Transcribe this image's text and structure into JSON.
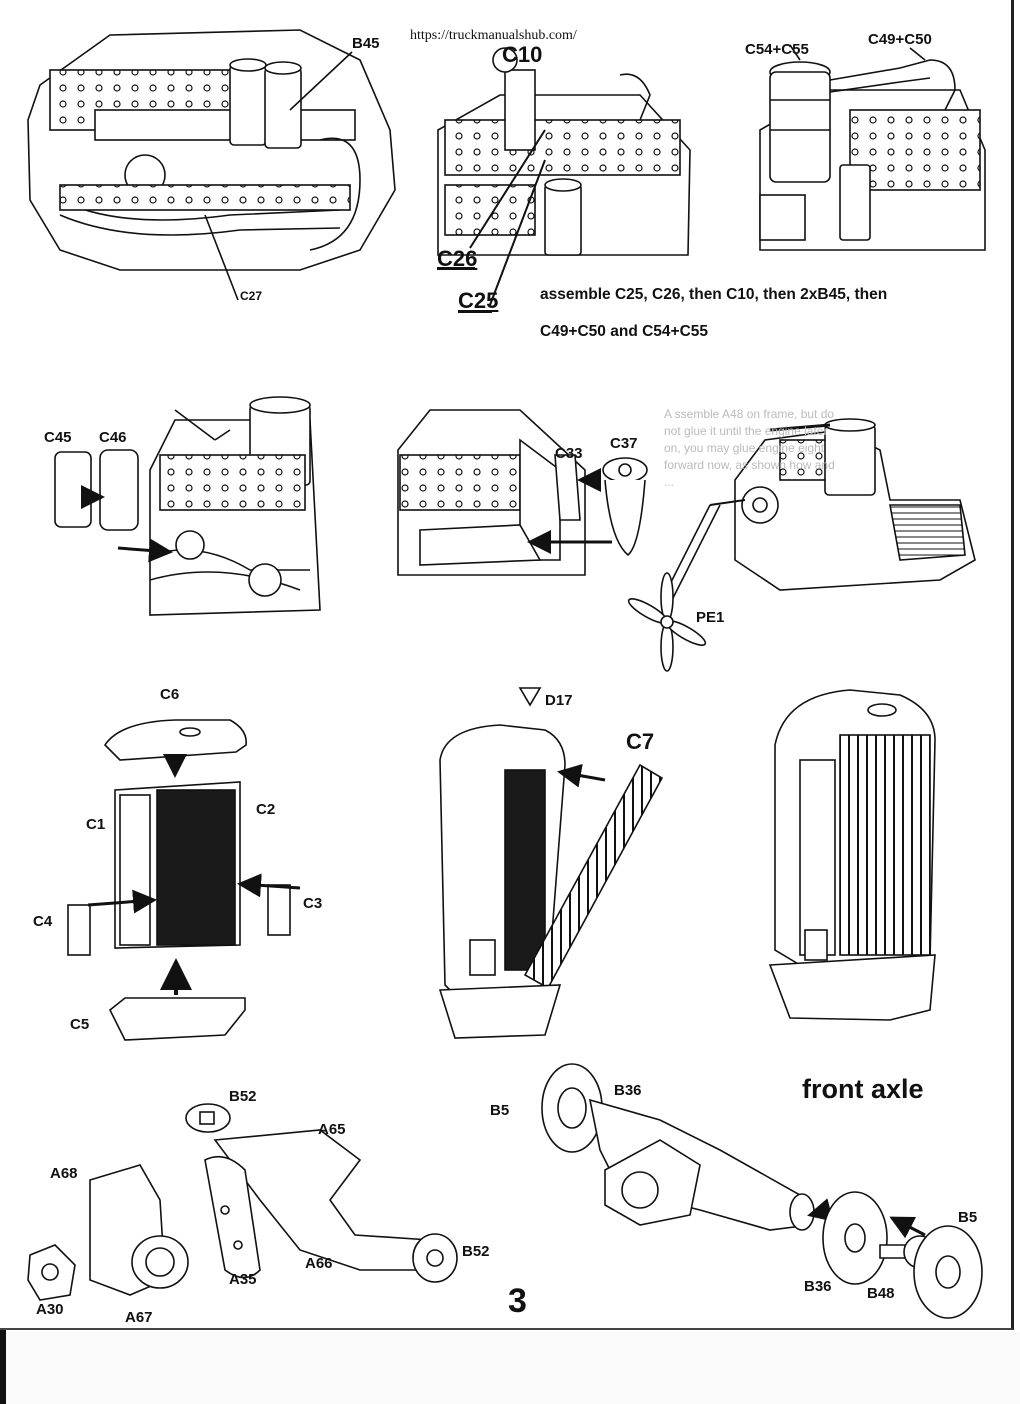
{
  "source_url": "https://truckmanualshub.com/",
  "page_number": "3",
  "instruction": {
    "line1": "assemble C25, C26, then C10, then 2xB45, then",
    "line2": "C49+C50 and C54+C55"
  },
  "section_title": "front axle",
  "bleed_through_text": "A ssemble A48 on frame, but do\nnot glue it until the engine later\non, you may glue engine eight\nforward now, as shown how and\n...",
  "part_labels": {
    "b45": "B45",
    "c10": "C10",
    "c26": "C26",
    "c25": "C25",
    "c27": "C27",
    "c54_c55": "C54+C55",
    "c49_c50": "C49+C50",
    "c45": "C45",
    "c46": "C46",
    "c33": "C33",
    "c37": "C37",
    "pe1": "PE1",
    "c6": "C6",
    "c1": "C1",
    "c2": "C2",
    "c3": "C3",
    "c4": "C4",
    "c5": "C5",
    "d17": "D17",
    "c7": "C7",
    "b52_top": "B52",
    "a65": "A65",
    "a68": "A68",
    "a66": "A66",
    "a35": "A35",
    "b52_bottom": "B52",
    "a30": "A30",
    "a67": "A67",
    "b5_left": "B5",
    "b36_top": "B36",
    "b5_right": "B5",
    "b36_bottom": "B36",
    "b48": "B48"
  },
  "colors": {
    "ink": "#111111",
    "paper": "#ffffff",
    "bleed": "#bbbbbb"
  }
}
